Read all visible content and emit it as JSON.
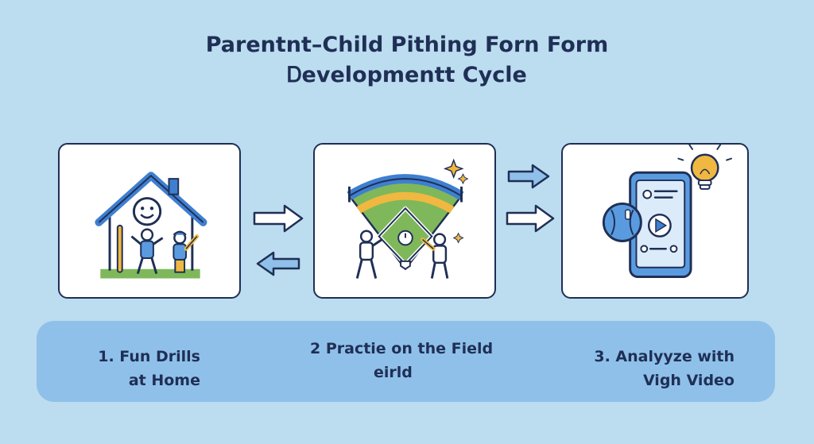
{
  "title": {
    "line1": "Parentnt–Child Pithing Forn Form",
    "line2": "Ꭰevelopmentt Cycle"
  },
  "steps": [
    {
      "line1": "1. Fun Drills",
      "line2": "at Home",
      "icon": "home-drills-icon"
    },
    {
      "line1": "2 Practie on the Field",
      "line2": "eirld",
      "icon": "baseball-field-icon"
    },
    {
      "line1": "3. Analyyze with",
      "line2": "Vigh Video",
      "icon": "video-analysis-icon"
    }
  ],
  "colors": {
    "background": "#bcdcf0",
    "band": "#8fc0ea",
    "outline": "#1f2f55",
    "accent_blue": "#3f7fd0",
    "grass": "#7fb85a",
    "dirt": "#f0b840",
    "bulb": "#f0b840"
  }
}
